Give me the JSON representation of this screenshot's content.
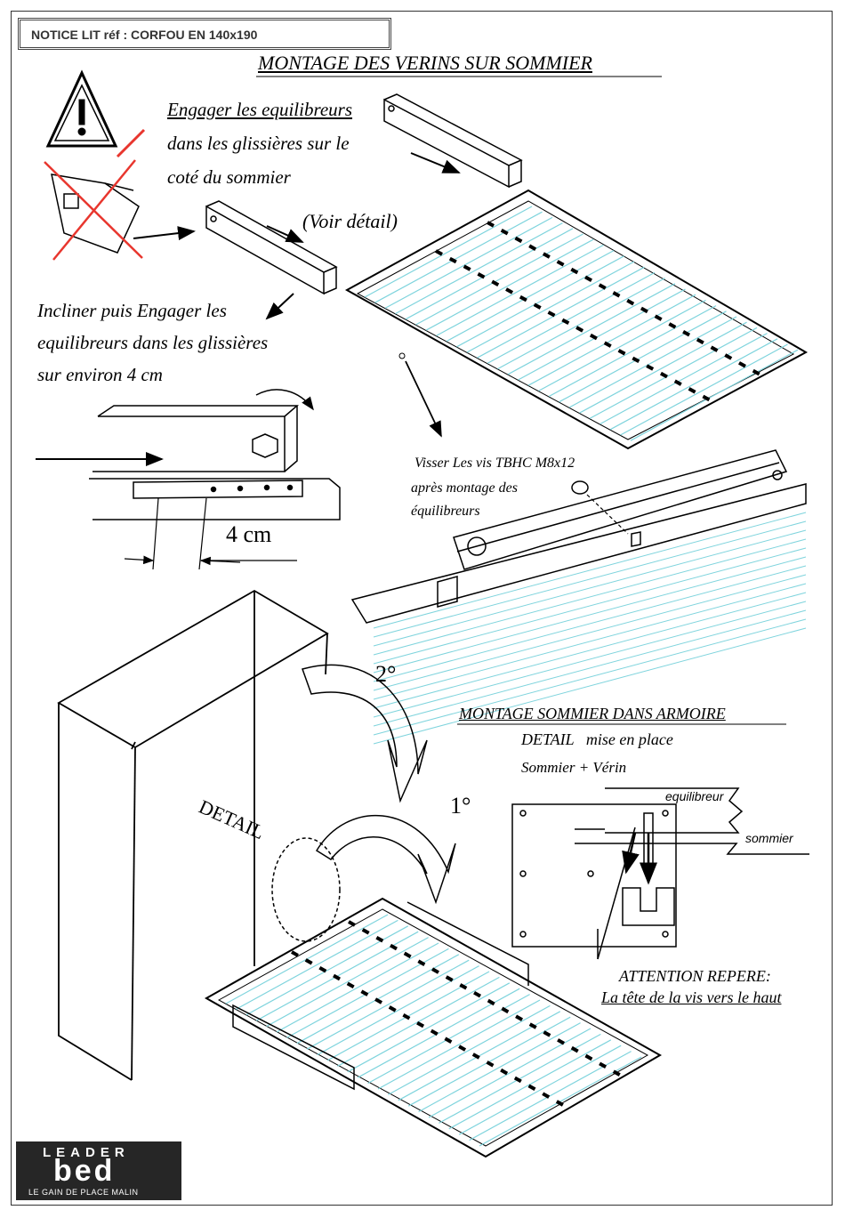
{
  "header": {
    "ref": "NOTICE LIT réf : CORFOU EN 140x190"
  },
  "titles": {
    "main": "MONTAGE DES VERINS SUR SOMMIER",
    "armoire": "MONTAGE SOMMIER DANS ARMOIRE"
  },
  "instructions": {
    "engager_1": "Engager les equilibreurs",
    "engager_2": "dans les glissières sur le",
    "engager_3": "coté du sommier",
    "voir_detail": "(Voir détail)",
    "incliner_1": "Incliner puis Engager les",
    "incliner_2": "equilibreurs dans les glissières",
    "incliner_3": "sur environ 4 cm",
    "dimension": "4 cm",
    "visser_1": "Visser Les vis TBHC M8x12",
    "visser_2": "après montage des",
    "visser_3": "équilibreurs",
    "detail_1": "DETAIL   mise en place",
    "detail_2": "Sommier + Vérin",
    "attention_1": "ATTENTION REPERE:",
    "attention_2": "La tête de la vis vers le haut"
  },
  "labels": {
    "equilibreur": "equilibreur",
    "sommier": "sommier",
    "detail_wardrobe": "DETAIL",
    "step_1": "1°",
    "step_2": "2°"
  },
  "logo": {
    "brand_top": "LEADER",
    "brand_main": "bed",
    "tagline": "LE GAIN DE PLACE MALIN"
  },
  "colors": {
    "slat": "#7fd4dd",
    "ink": "#000000",
    "logo_bg": "#262626",
    "logo_accent": "#f39224"
  }
}
